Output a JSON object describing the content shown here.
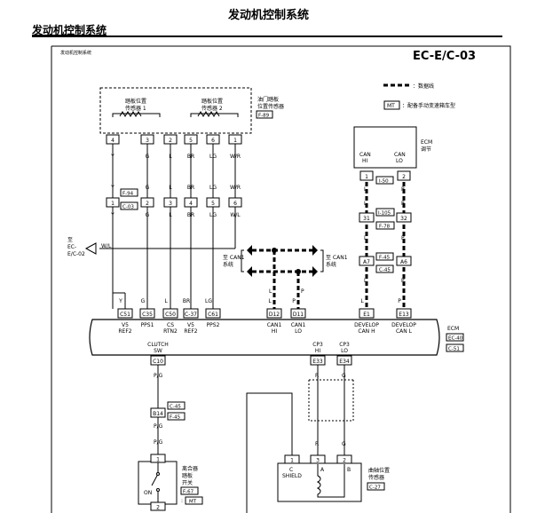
{
  "header": {
    "page_title": "发动机控制系统",
    "section_title": "发动机控制系统",
    "tiny_caption": "发动机控制系统",
    "diagram_code": "EC-E/C-03"
  },
  "legend": {
    "data_line": "：数据线",
    "mt_tag": "MT",
    "mt_text": "：配备手动变速箱车型"
  },
  "sensors": {
    "apps1_line1": "踏板位置",
    "apps1_line2": "传感器 1",
    "apps2_line1": "踏板位置",
    "apps2_line2": "传感器 2",
    "assembly_line1": "油门踏板",
    "assembly_line2": "位置传感器",
    "assembly_ref": "F-89",
    "pins": [
      "4",
      "3",
      "2",
      "5",
      "6",
      "1"
    ],
    "colors_top": [
      "Y",
      "G",
      "L",
      "BR",
      "LG",
      "W/R"
    ]
  },
  "conn_f94": {
    "ref1": "F-94",
    "ref2": "C-03",
    "colors_above": [
      "Y",
      "G",
      "L",
      "BR",
      "LG",
      "W/R"
    ],
    "pins": [
      "1",
      "2",
      "3",
      "4",
      "5",
      "6"
    ],
    "colors_below": [
      "Y",
      "G",
      "L",
      "BR",
      "LG",
      "W/L"
    ]
  },
  "offpage_left": {
    "line1": "至",
    "line2": "EC-",
    "line3": "E/C-02",
    "wire": "W/L"
  },
  "can_area": {
    "left_line1": "至 CAN1",
    "left_line2": "系统",
    "right_line1": "至 CAN1",
    "right_line2": "系统",
    "color_l": "L",
    "color_p": "P"
  },
  "ecm_top": {
    "can_h": "CAN",
    "can_h2": "HI",
    "can_l": "CAN",
    "can_l2": "LO",
    "label1": "ECM",
    "label2": "调节",
    "pin1": "1",
    "pin2": "2",
    "ref1": "I-50",
    "wire_l": "L",
    "wire_p": "P",
    "pin31": "31",
    "pin32": "32",
    "ref2": "I-105",
    "ref3": "F-78",
    "pinA7": "A7",
    "pinA6": "A6",
    "ref4": "F-45",
    "ref5": "C-45"
  },
  "ecm": {
    "label": "ECM",
    "ref1": "EC-40",
    "ref2": "C-51",
    "terminals": [
      {
        "code": "C51",
        "name1": "V5",
        "name2": "REF2"
      },
      {
        "code": "C35",
        "name1": "PPS1",
        "name2": ""
      },
      {
        "code": "C50",
        "name1": "CS",
        "name2": "RTN2"
      },
      {
        "code": "C-37",
        "name1": "V5",
        "name2": "REF2"
      },
      {
        "code": "C61",
        "name1": "PPS2",
        "name2": ""
      },
      {
        "code": "D12",
        "name1": "CAN1",
        "name2": "HI"
      },
      {
        "code": "D11",
        "name1": "CAN1",
        "name2": "LO"
      },
      {
        "code": "E1",
        "name1": "DEVELOP",
        "name2": "CAN H"
      },
      {
        "code": "E13",
        "name1": "DEVELOP",
        "name2": "CAN L"
      }
    ],
    "wires_above": [
      "Y",
      "G",
      "L",
      "BR",
      "LG",
      "L",
      "P",
      "L",
      "P"
    ]
  },
  "clutch": {
    "name1": "CLUTCH",
    "name2": "SW",
    "code": "C10",
    "wire": "P/G",
    "pin_b14": "B14",
    "ref1": "C-45",
    "ref2": "F-45",
    "pin1": "1",
    "pin2": "2",
    "sw_line1": "离合器",
    "sw_line2": "踏板",
    "sw_line3": "开关",
    "sw_ref": "F-67",
    "on_label": "ON",
    "mt_tag": "MT"
  },
  "cps": {
    "hi1": "CP3",
    "hi2": "HI",
    "lo1": "CP3",
    "lo2": "LO",
    "code_hi": "E33",
    "code_lo": "E34",
    "wire_hi": "R",
    "wire_lo": "G",
    "pins": [
      "1",
      "3",
      "2"
    ],
    "pin_c": "C",
    "shield": "SHIELD",
    "pin_a": "A",
    "pin_b": "B",
    "name1": "曲轴位置",
    "name2": "传感器",
    "ref": "C-27"
  }
}
